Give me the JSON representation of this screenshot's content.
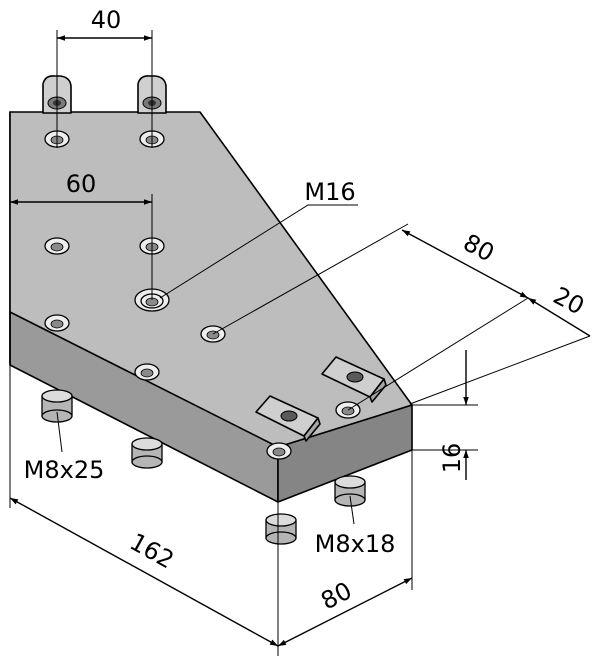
{
  "drawing": {
    "labels": {
      "dim_top_spacing": "40",
      "dim_left_offset": "60",
      "thread_center": "M16",
      "dim_slot_spacing": "80",
      "dim_slot_width": "20",
      "dim_thickness": "16",
      "screw_left": "M8x25",
      "screw_right": "M8x18",
      "dim_length": "162",
      "dim_width": "80"
    },
    "colors": {
      "top_face": "#bdbdbd",
      "front_face": "#9a9a9a",
      "side_face": "#858585",
      "line": "#000000"
    }
  }
}
